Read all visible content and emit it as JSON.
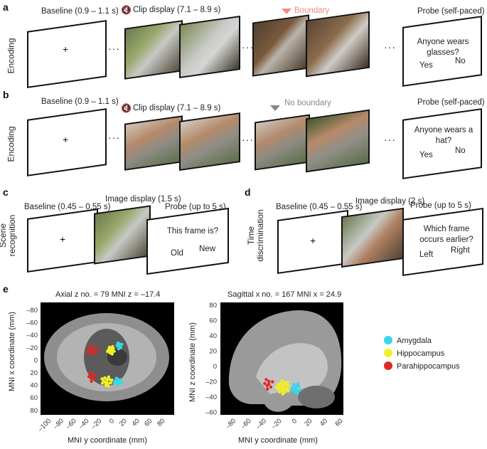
{
  "panels": {
    "a": {
      "letter": "a",
      "side_label": "Encoding",
      "baseline": "Baseline (0.9 – 1.1 s)",
      "clip": "Clip display (7.1 – 8.9 s)",
      "boundary": "Boundary",
      "probe_title": "Probe (self-paced)",
      "question": "Anyone wears glasses?",
      "opt_yes": "Yes",
      "opt_no": "No",
      "dots": "···"
    },
    "b": {
      "letter": "b",
      "side_label": "Encoding",
      "baseline": "Baseline (0.9 – 1.1 s)",
      "clip": "Clip display (7.1 – 8.9 s)",
      "boundary": "No boundary",
      "probe_title": "Probe (self-paced)",
      "question": "Anyone wears a hat?",
      "opt_yes": "Yes",
      "opt_no": "No",
      "dots": "···"
    },
    "c": {
      "letter": "c",
      "side_label_1": "Scene",
      "side_label_2": "recognition",
      "baseline": "Baseline (0.45 – 0.55 s)",
      "image": "Image display (1.5 s)",
      "probe_title": "Probe (up to 5 s)",
      "question": "This frame is?",
      "opt_1": "Old",
      "opt_2": "New"
    },
    "d": {
      "letter": "d",
      "side_label_1": "Time",
      "side_label_2": "discrimination",
      "baseline": "Baseline (0.45 – 0.55 s)",
      "image": "Image display (2 s)",
      "probe_title": "Probe (up to 5 s)",
      "question": "Which frame occurs earlier?",
      "opt_1": "Left",
      "opt_2": "Right"
    },
    "e": {
      "letter": "e",
      "axial_title": "Axial z no. = 79 MNI z = –17.4",
      "sagittal_title": "Sagittal x no. = 167 MNI x = 24.9",
      "axial_ylabel": "MNI x coordinate (mm)",
      "axial_xlabel": "MNI y coordinate (mm)",
      "sag_ylabel": "MNI z coordinate (mm)",
      "sag_xlabel": "MNI y coordinate (mm)",
      "axial_yticks": [
        "–80",
        "–60",
        "–40",
        "–20",
        "0",
        "20",
        "40",
        "60",
        "80"
      ],
      "axial_xticks": [
        "–100",
        "–80",
        "–60",
        "–40",
        "–20",
        "0",
        "20",
        "40",
        "60",
        "80"
      ],
      "sag_yticks": [
        "80",
        "60",
        "40",
        "20",
        "0",
        "–20",
        "–40",
        "–60"
      ],
      "sag_xticks": [
        "–80",
        "–60",
        "–40",
        "–20",
        "0",
        "20",
        "40",
        "60"
      ]
    }
  },
  "chart_data": {
    "type": "scatter",
    "title": "",
    "series": [
      {
        "name": "Amygdala",
        "color": "#38d6e8"
      },
      {
        "name": "Hippocampus",
        "color": "#f2ef26"
      },
      {
        "name": "Parahippocampus",
        "color": "#e02626"
      }
    ],
    "legend_placement": "right"
  },
  "colors": {
    "boundary_marker": "#f08a80",
    "noboundary_marker": "#888888",
    "frame_border": "#111111"
  }
}
